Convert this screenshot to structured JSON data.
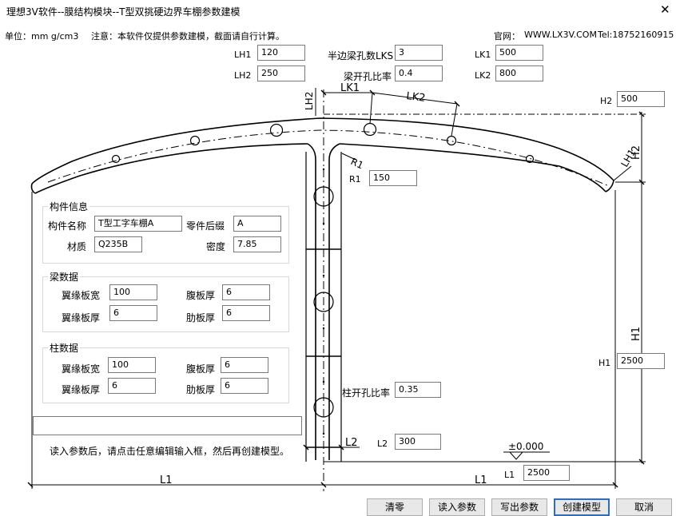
{
  "window": {
    "title": "理想3V软件--膜结构模块--T型双挑硬边界车棚参数建模",
    "close_glyph": "✕"
  },
  "info": {
    "units": "单位：mm g/cm3",
    "note": "注意：本软件仅提供参数建模，截面请自行计算。",
    "website_label": "官网：",
    "website": "WWW.LX3V.COM",
    "tel": "Tel:18752160915"
  },
  "params": {
    "LH1": {
      "label": "LH1",
      "value": "120"
    },
    "LH2": {
      "label": "LH2",
      "value": "250"
    },
    "LKS": {
      "label": "半边梁孔数LKS",
      "value": "3"
    },
    "beam_ratio": {
      "label": "梁开孔比率",
      "value": "0.4"
    },
    "LK1": {
      "label": "LK1",
      "value": "500"
    },
    "LK2": {
      "label": "LK2",
      "value": "800"
    },
    "H2": {
      "label": "H2",
      "value": "500"
    },
    "R1": {
      "label": "R1",
      "value": "150"
    },
    "H1": {
      "label": "H1",
      "value": "2500"
    },
    "col_ratio": {
      "label": "柱开孔比率",
      "value": "0.35"
    },
    "L2": {
      "label": "L2",
      "value": "300"
    },
    "L1": {
      "label": "L1",
      "value": "2500"
    }
  },
  "member": {
    "group_title": "构件信息",
    "name_label": "构件名称",
    "name_value": "T型工字车棚A",
    "suffix_label": "零件后缀",
    "suffix_value": "A",
    "material_label": "材质",
    "material_value": "Q235B",
    "density_label": "密度",
    "density_value": "7.85"
  },
  "beam": {
    "group_title": "梁数据",
    "flange_width_label": "翼缘板宽",
    "flange_width": "100",
    "web_thk_label": "腹板厚",
    "web_thk": "6",
    "flange_thk_label": "翼缘板厚",
    "flange_thk": "6",
    "rib_thk_label": "肋板厚",
    "rib_thk": "6"
  },
  "column": {
    "group_title": "柱数据",
    "flange_width_label": "翼缘板宽",
    "flange_width": "100",
    "web_thk_label": "腹板厚",
    "web_thk": "6",
    "flange_thk_label": "翼缘板厚",
    "flange_thk": "6",
    "rib_thk_label": "肋板厚",
    "rib_thk": "6"
  },
  "status_text": "",
  "hint": "读入参数后，请点击任意编辑输入框，然后再创建模型。",
  "drawing": {
    "dims": {
      "LK1": "LK1",
      "LK2": "LK2",
      "LH2": "LH2",
      "LH1": "LH1",
      "H2": "H2",
      "H1": "H1",
      "R1": "R1",
      "L2": "L2",
      "L1_left": "L1",
      "L1_right": "L1",
      "elevation": "±0.000"
    }
  },
  "buttons": {
    "clear": "清零",
    "read": "读入参数",
    "write": "写出参数",
    "create": "创建模型",
    "cancel": "取消"
  }
}
